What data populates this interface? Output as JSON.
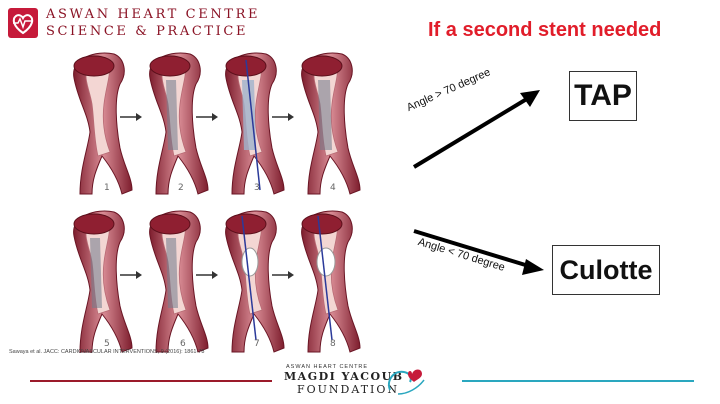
{
  "header": {
    "line1": "ASWAN HEART CENTRE",
    "line2": "SCIENCE & PRACTICE"
  },
  "slide": {
    "title": "If a second stent needed"
  },
  "figure": {
    "step_labels": [
      "1",
      "2",
      "3",
      "4",
      "5",
      "6",
      "7",
      "8"
    ],
    "citation": "Sawaya et al. JACC: CARDIOVASCULAR INTERVENTIONS, 9 (2016): 1861-78"
  },
  "options": {
    "upper_arrow_label": "Angle > 70 degree",
    "upper_result": "TAP",
    "lower_arrow_label": "Angle < 70 degree",
    "lower_result": "Culotte"
  },
  "footer": {
    "small_text": "ASWAN HEART CENTRE",
    "name": "MAGDI YACOUB",
    "foundation": "FOUNDATION"
  },
  "colors": {
    "title_red": "#e11d2a",
    "brand_maroon": "#9b1a2a",
    "brand_teal": "#2aa7bf"
  }
}
